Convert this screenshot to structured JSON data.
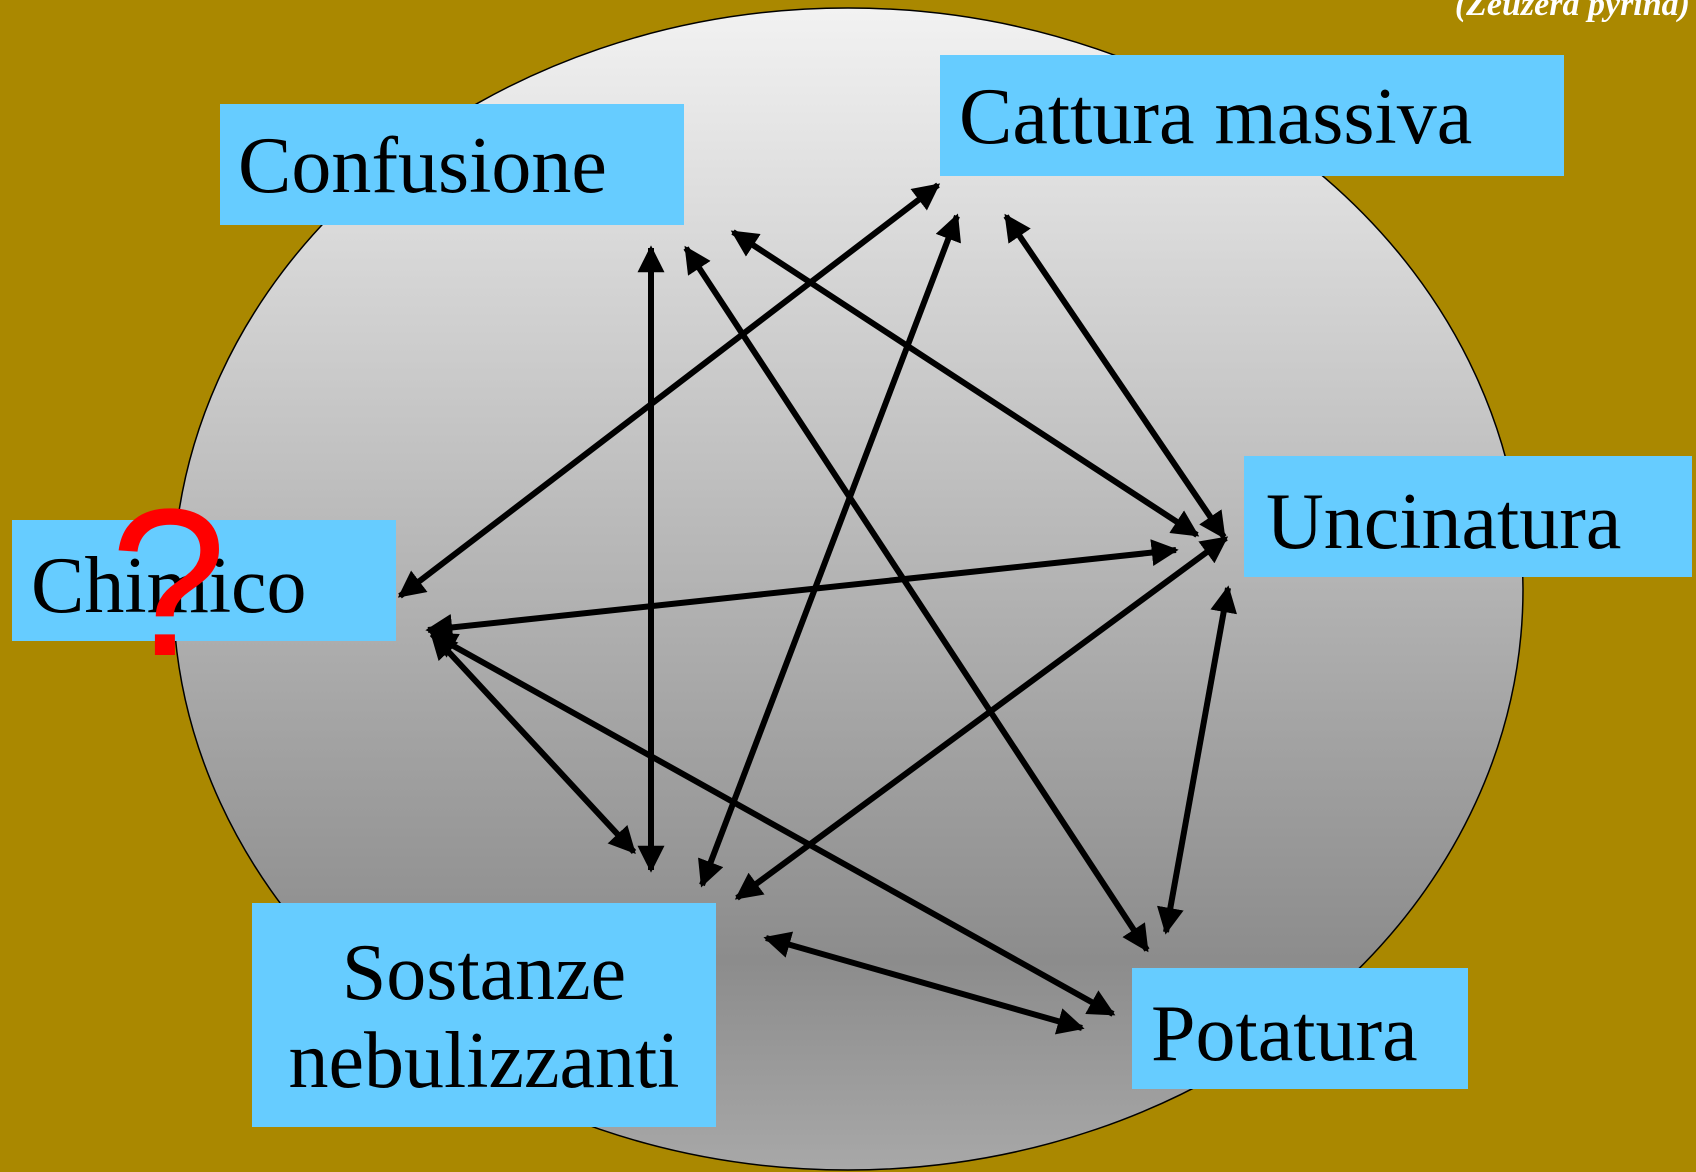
{
  "corner_title": "(Zeuzera pyrina)",
  "nodes": {
    "confusione": "Confusione",
    "cattura": "Cattura massiva",
    "uncinatura": "Uncinatura",
    "chimico": "Chimico",
    "sostanze_line1": "Sostanze",
    "sostanze_line2": "nebulizzanti",
    "potatura": "Potatura"
  },
  "question_mark": "?",
  "colors": {
    "background": "#AA8800",
    "node_fill": "#66CCFF",
    "arrow": "#000000",
    "question_mark": "#FF0000",
    "ellipse_top": "#F2F2F2",
    "ellipse_bottom": "#8C8C8C"
  }
}
